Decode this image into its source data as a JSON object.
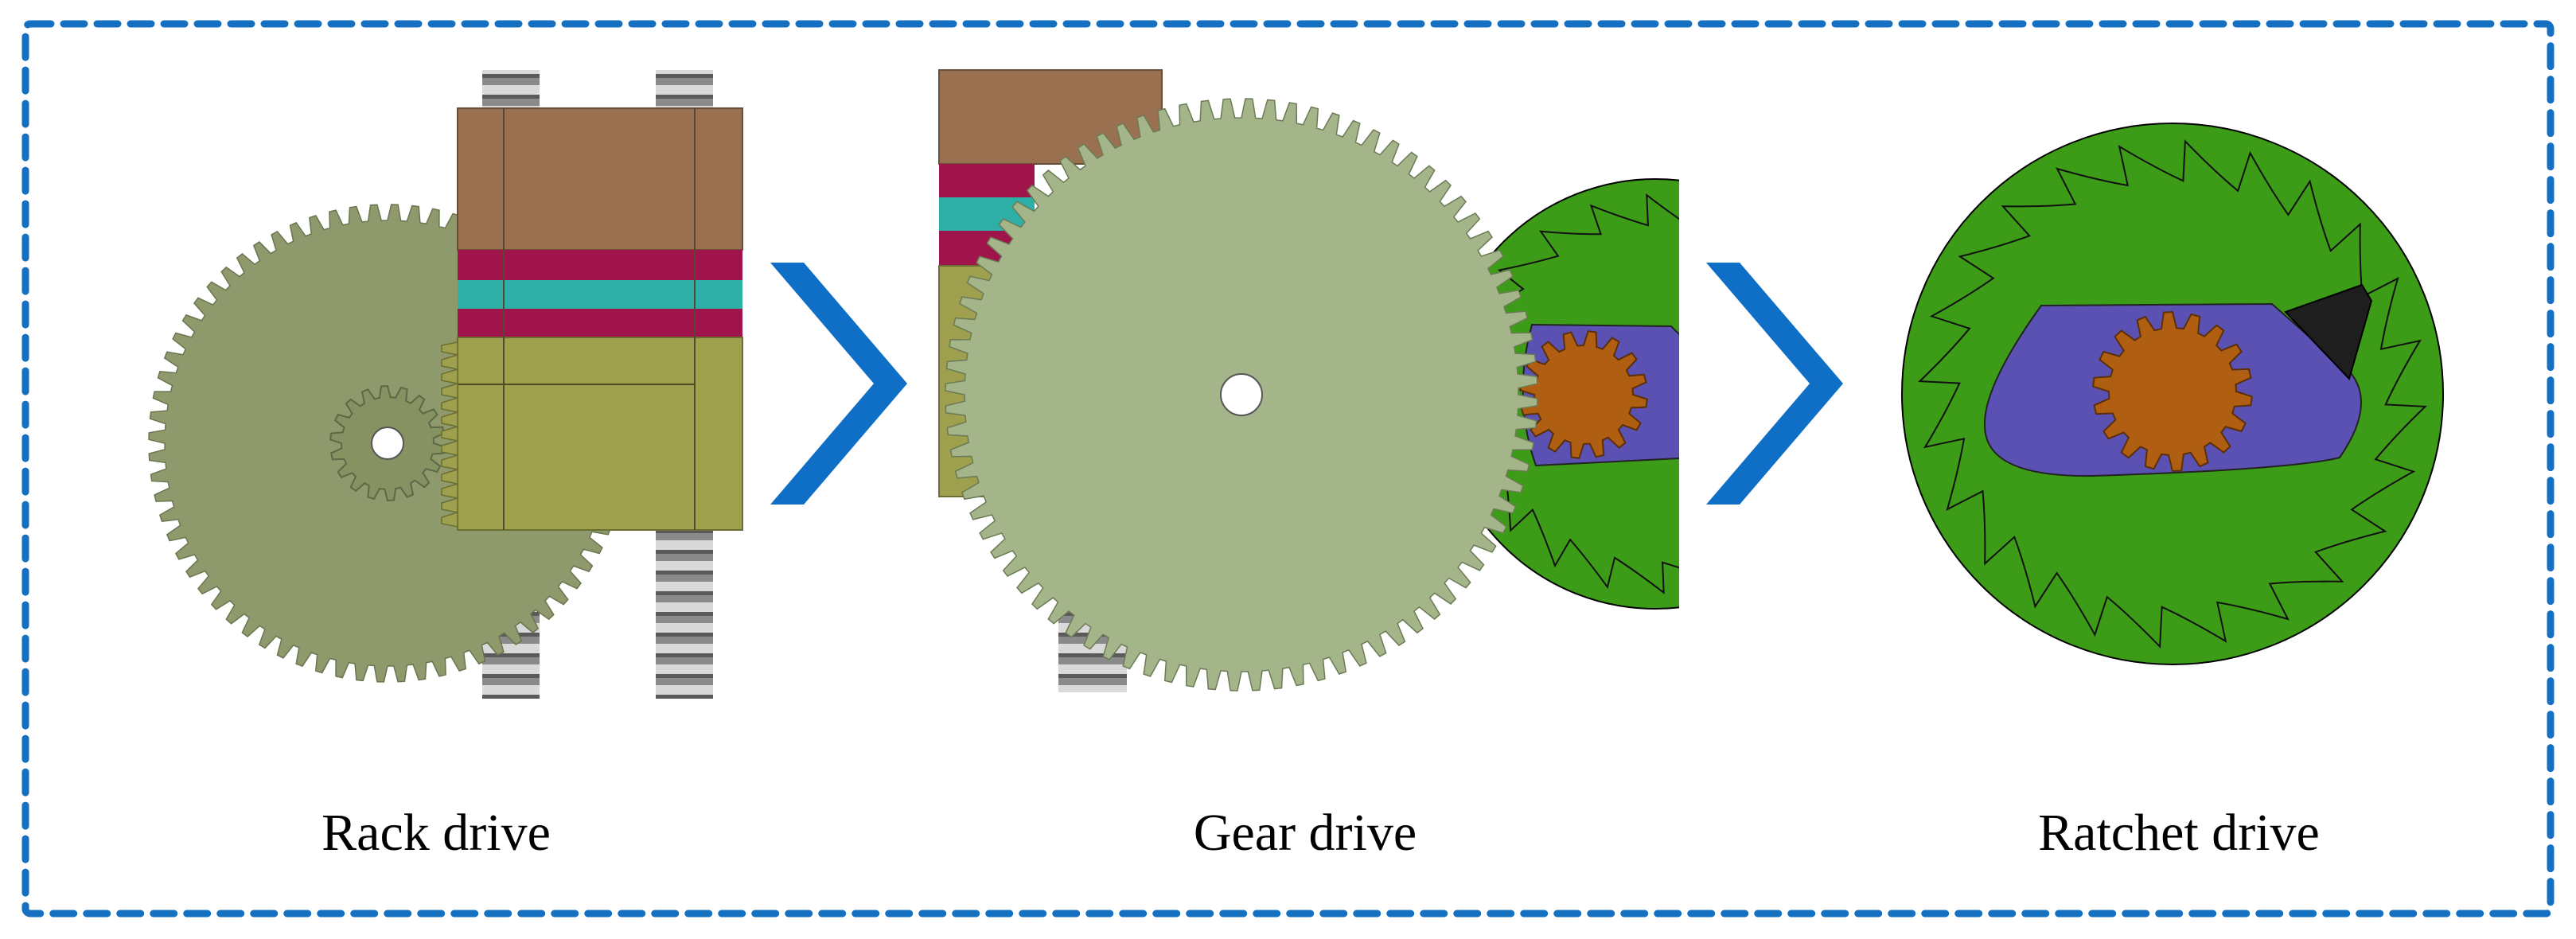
{
  "colors": {
    "frame": "#1570c2",
    "arrow": "#0f6fc6",
    "rack_gear": "#8f9a6c",
    "gear_drive_gear": "#a3b589",
    "ratchet_green": "#3d9c17",
    "cam_purple": "#5a51b3",
    "pinion_orange": "#b05e12",
    "pawl_black": "#1e1e1e",
    "spring_gray": "#7d7d7d",
    "block_brown": "#9a7150",
    "block_crimson": "#a0144c",
    "block_teal": "#2eafa6",
    "block_olive": "#9ea04d"
  },
  "stages": [
    {
      "key": "rack",
      "label": "Rack drive",
      "icon": "rack-drive-mechanism"
    },
    {
      "key": "gear",
      "label": "Gear drive",
      "icon": "gear-drive-mechanism"
    },
    {
      "key": "ratchet",
      "label": "Ratchet drive",
      "icon": "ratchet-drive-mechanism"
    }
  ],
  "connectors": [
    {
      "icon": "chevron-right-icon"
    },
    {
      "icon": "chevron-right-icon"
    }
  ]
}
